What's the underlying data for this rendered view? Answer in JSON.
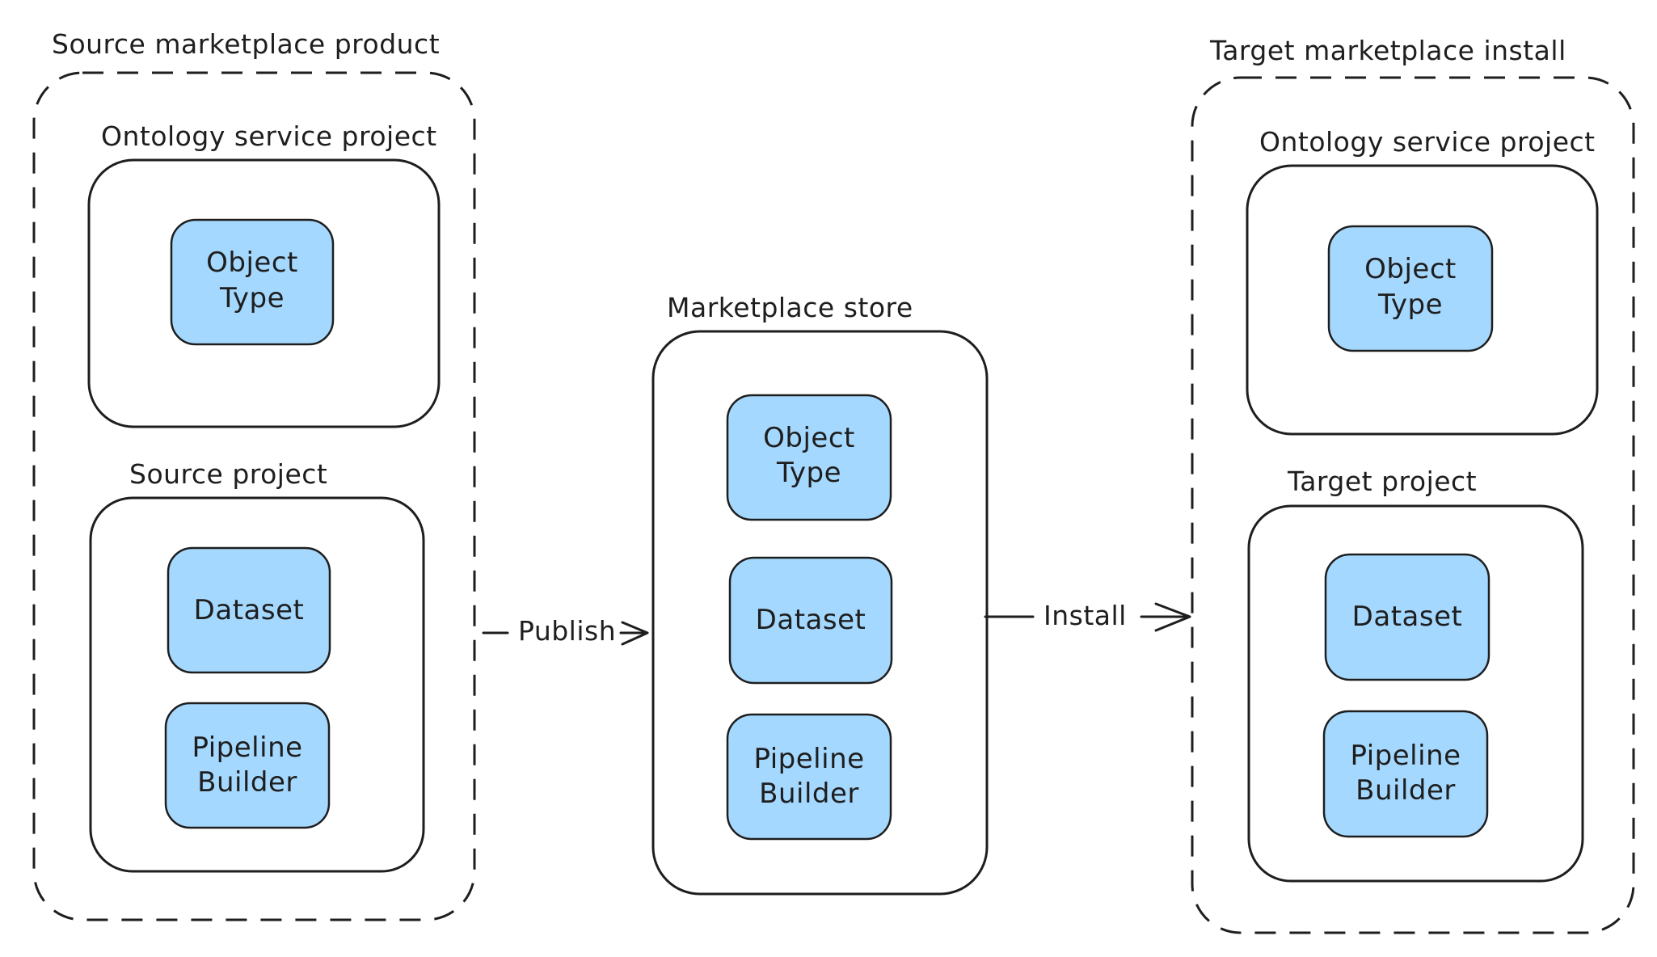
{
  "diagram": {
    "colors": {
      "node_fill": "#a5d8ff",
      "stroke": "#1e1e1e",
      "background": "#ffffff"
    },
    "source_product": {
      "title": "Source marketplace product",
      "ontology_project": {
        "title": "Ontology service project",
        "object_type": [
          "Object",
          "Type"
        ]
      },
      "source_project": {
        "title": "Source project",
        "dataset": "Dataset",
        "pipeline_builder": [
          "Pipeline",
          "Builder"
        ]
      }
    },
    "store": {
      "title": "Marketplace store",
      "object_type": [
        "Object",
        "Type"
      ],
      "dataset": "Dataset",
      "pipeline_builder": [
        "Pipeline",
        "Builder"
      ]
    },
    "target_install": {
      "title": "Target marketplace install",
      "ontology_project": {
        "title": "Ontology service project",
        "object_type": [
          "Object",
          "Type"
        ]
      },
      "target_project": {
        "title": "Target project",
        "dataset": "Dataset",
        "pipeline_builder": [
          "Pipeline",
          "Builder"
        ]
      }
    },
    "edges": {
      "publish": "Publish",
      "install": "Install"
    }
  }
}
